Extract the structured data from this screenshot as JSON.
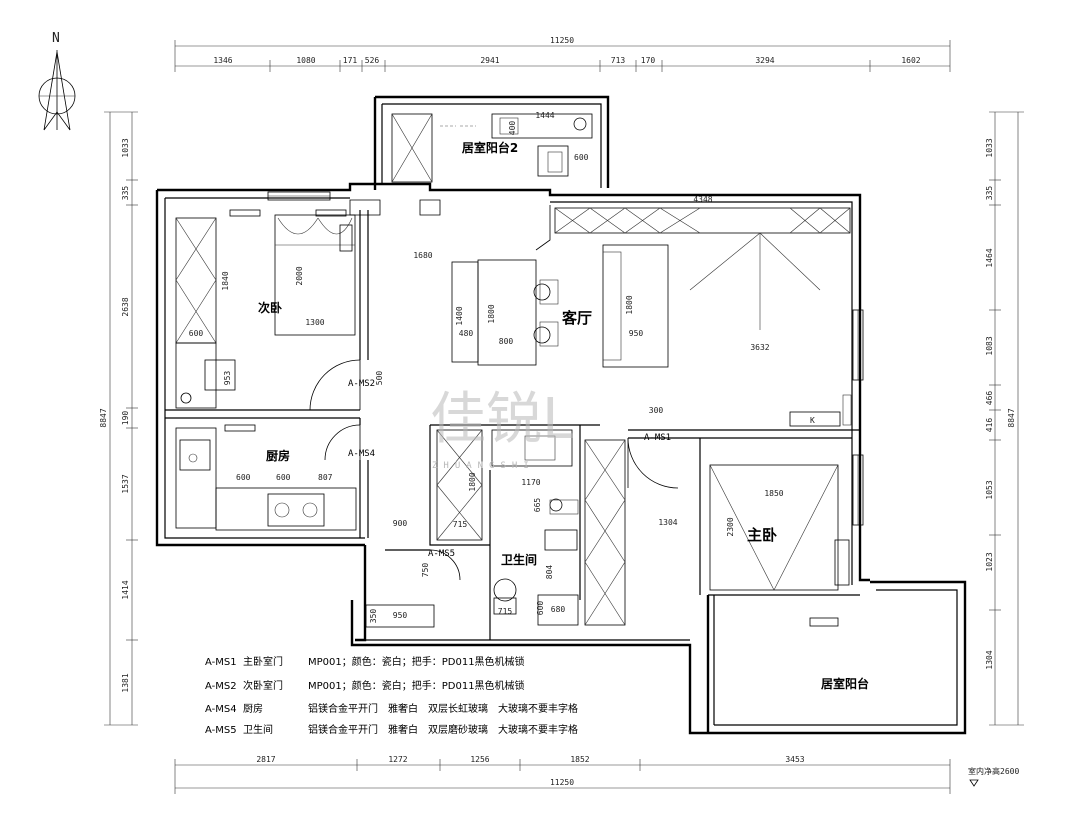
{
  "north": "N",
  "top_total": "11250",
  "top_segments": [
    "1346",
    "1080",
    "171",
    "526",
    "2941",
    "713",
    "170",
    "3294",
    "1602"
  ],
  "left_dims": [
    "1033",
    "335",
    "2638",
    "190",
    "1537",
    "1414",
    "1381"
  ],
  "left_total": "8847",
  "right_dims": [
    "1033",
    "335",
    "1464",
    "1083",
    "466",
    "416",
    "1053",
    "1023",
    "1304"
  ],
  "right_total": "8847",
  "bottom_segments": [
    "2817",
    "1272",
    "1256",
    "1852",
    "3453"
  ],
  "bottom_total": "11250",
  "ceiling_note": "室内净高2600",
  "rooms": {
    "balcony2": "居室阳台2",
    "second_bedroom": "次卧",
    "living": "客厅",
    "kitchen": "厨房",
    "master": "主卧",
    "bathroom": "卫生间",
    "balcony": "居室阳台"
  },
  "door_tags": {
    "ms1": "A-MS1",
    "ms2": "A-MS2",
    "ms4": "A-MS4",
    "ms5": "A-MS5"
  },
  "interior_dims": {
    "balcony_w": "1444",
    "balcony_a": "400",
    "balcony_b": "600",
    "living_top": "4348",
    "bed2_h": "1840",
    "bed2_a": "2000",
    "bed2_w": "1300",
    "bed2_c": "600",
    "bed2_d": "953",
    "table_h": "1400",
    "table_w": "480",
    "table_a": "1800",
    "table_b": "800",
    "sofa_h": "1800",
    "sofa_w": "950",
    "living_w": "3632",
    "living_door": "1680",
    "k_a": "600",
    "k_b": "600",
    "k_c": "807",
    "master_w": "1850",
    "master_h": "2300",
    "master_gap": "1304",
    "closet_h": "1800",
    "closet_w": "715",
    "bath_a": "1170",
    "bath_b": "665",
    "bath_c": "750",
    "bath_d": "804",
    "bath_e": "715",
    "bath_f": "600",
    "bath_g": "680",
    "bath_h": "950",
    "bath_i": "350",
    "corr": "900",
    "side_a": "500",
    "side_b": "300",
    "k_label": "K"
  },
  "legend": [
    {
      "code": "A-MS1",
      "name": "主卧室门",
      "spec": "MP001；颜色：瓷白；把手：PD011黑色机械锁"
    },
    {
      "code": "A-MS2",
      "name": "次卧室门",
      "spec": "MP001；颜色：瓷白；把手：PD011黑色机械锁"
    },
    {
      "code": "A-MS4",
      "name": "厨房",
      "spec": "铝镁合金平开门　雅奢白　双层长虹玻璃　大玻璃不要丰字格"
    },
    {
      "code": "A-MS5",
      "name": "卫生间",
      "spec": "铝镁合金平开门　雅奢白　双层磨砂玻璃　大玻璃不要丰字格"
    }
  ]
}
